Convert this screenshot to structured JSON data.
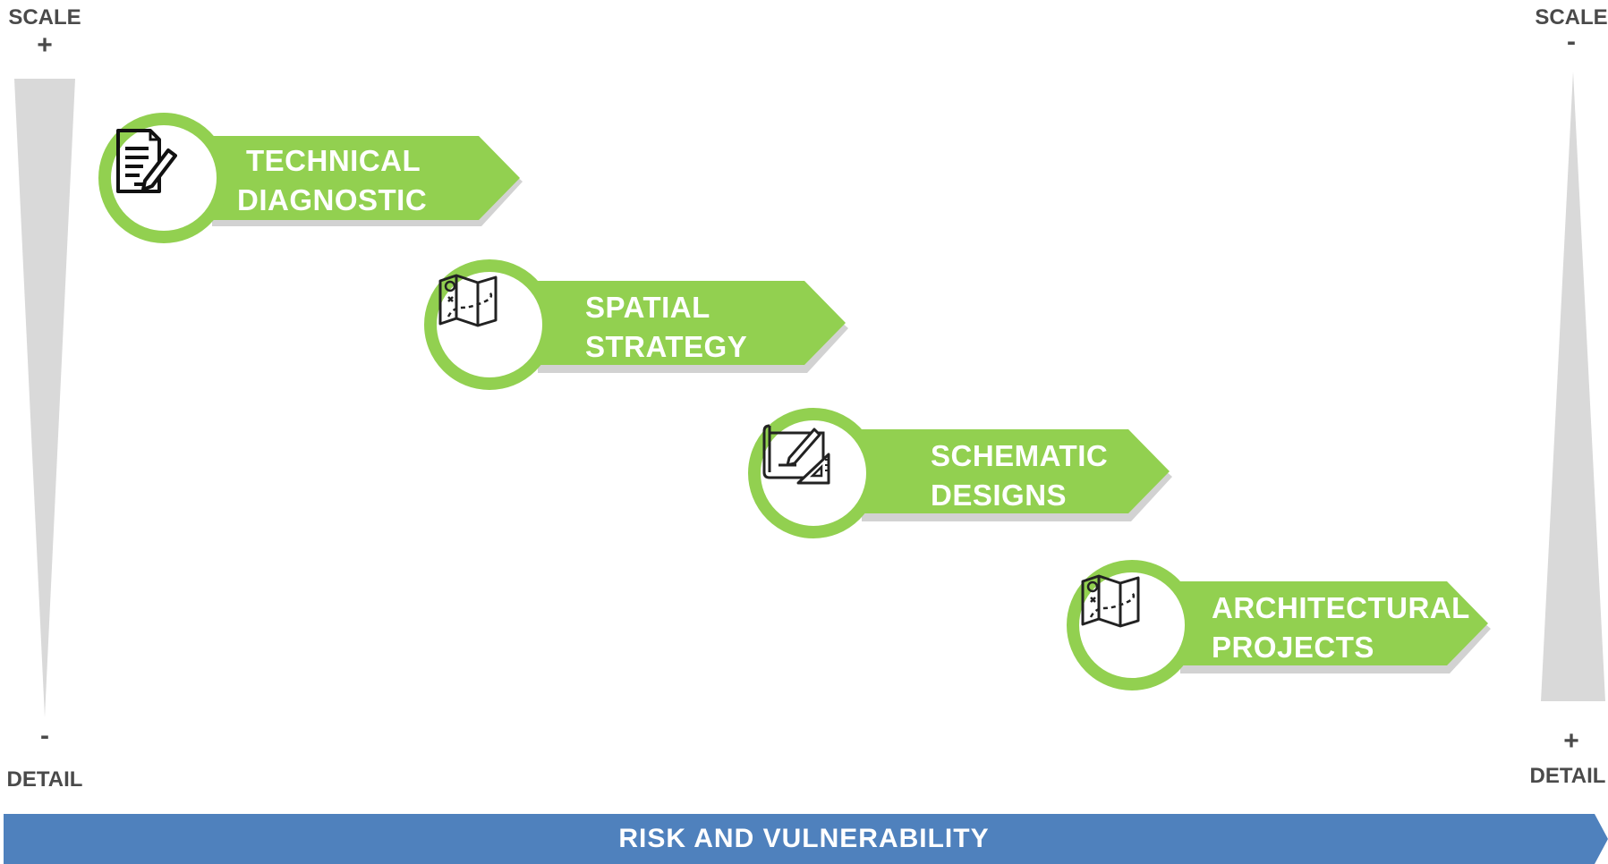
{
  "left_axis": {
    "top_title": "SCALE",
    "top_sign": "+",
    "bottom_sign": "-",
    "bottom_title": "DETAIL"
  },
  "right_axis": {
    "top_title": "SCALE",
    "top_sign": "-",
    "bottom_sign": "+",
    "bottom_title": "DETAIL"
  },
  "steps": [
    {
      "line1": "TECHNICAL",
      "line2": "DIAGNOSTIC",
      "icon": "document-pen-icon"
    },
    {
      "line1": "SPATIAL",
      "line2": "STRATEGY",
      "icon": "map-icon"
    },
    {
      "line1": "SCHEMATIC",
      "line2": "DESIGNS",
      "icon": "blueprint-drafting-icon"
    },
    {
      "line1": "ARCHITECTURAL",
      "line2": "PROJECTS",
      "icon": "map-icon"
    }
  ],
  "bottom_bar": {
    "label": "RISK AND VULNERABILITY"
  },
  "colors": {
    "step_green": "#92d050",
    "bar_blue": "#4f81bd",
    "wedge_gray": "#d9d9d9",
    "label_gray": "#4a4a4a"
  }
}
